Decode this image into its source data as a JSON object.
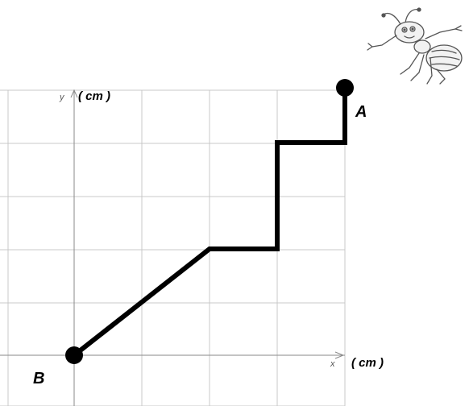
{
  "axes": {
    "x_label": "x",
    "x_unit": "( cm )",
    "y_label": "y",
    "y_unit": "( cm )"
  },
  "points": {
    "A": "A",
    "B": "B"
  },
  "path_points": [
    [
      0,
      0
    ],
    [
      2,
      2
    ],
    [
      3,
      2
    ],
    [
      3,
      4
    ],
    [
      4,
      4
    ],
    [
      4,
      5
    ]
  ],
  "colors": {
    "path": "#000000",
    "grid": "#c8c8c8",
    "axis": "#8a8a8a"
  },
  "decoration": {
    "icon": "ant-cartoon-icon"
  }
}
